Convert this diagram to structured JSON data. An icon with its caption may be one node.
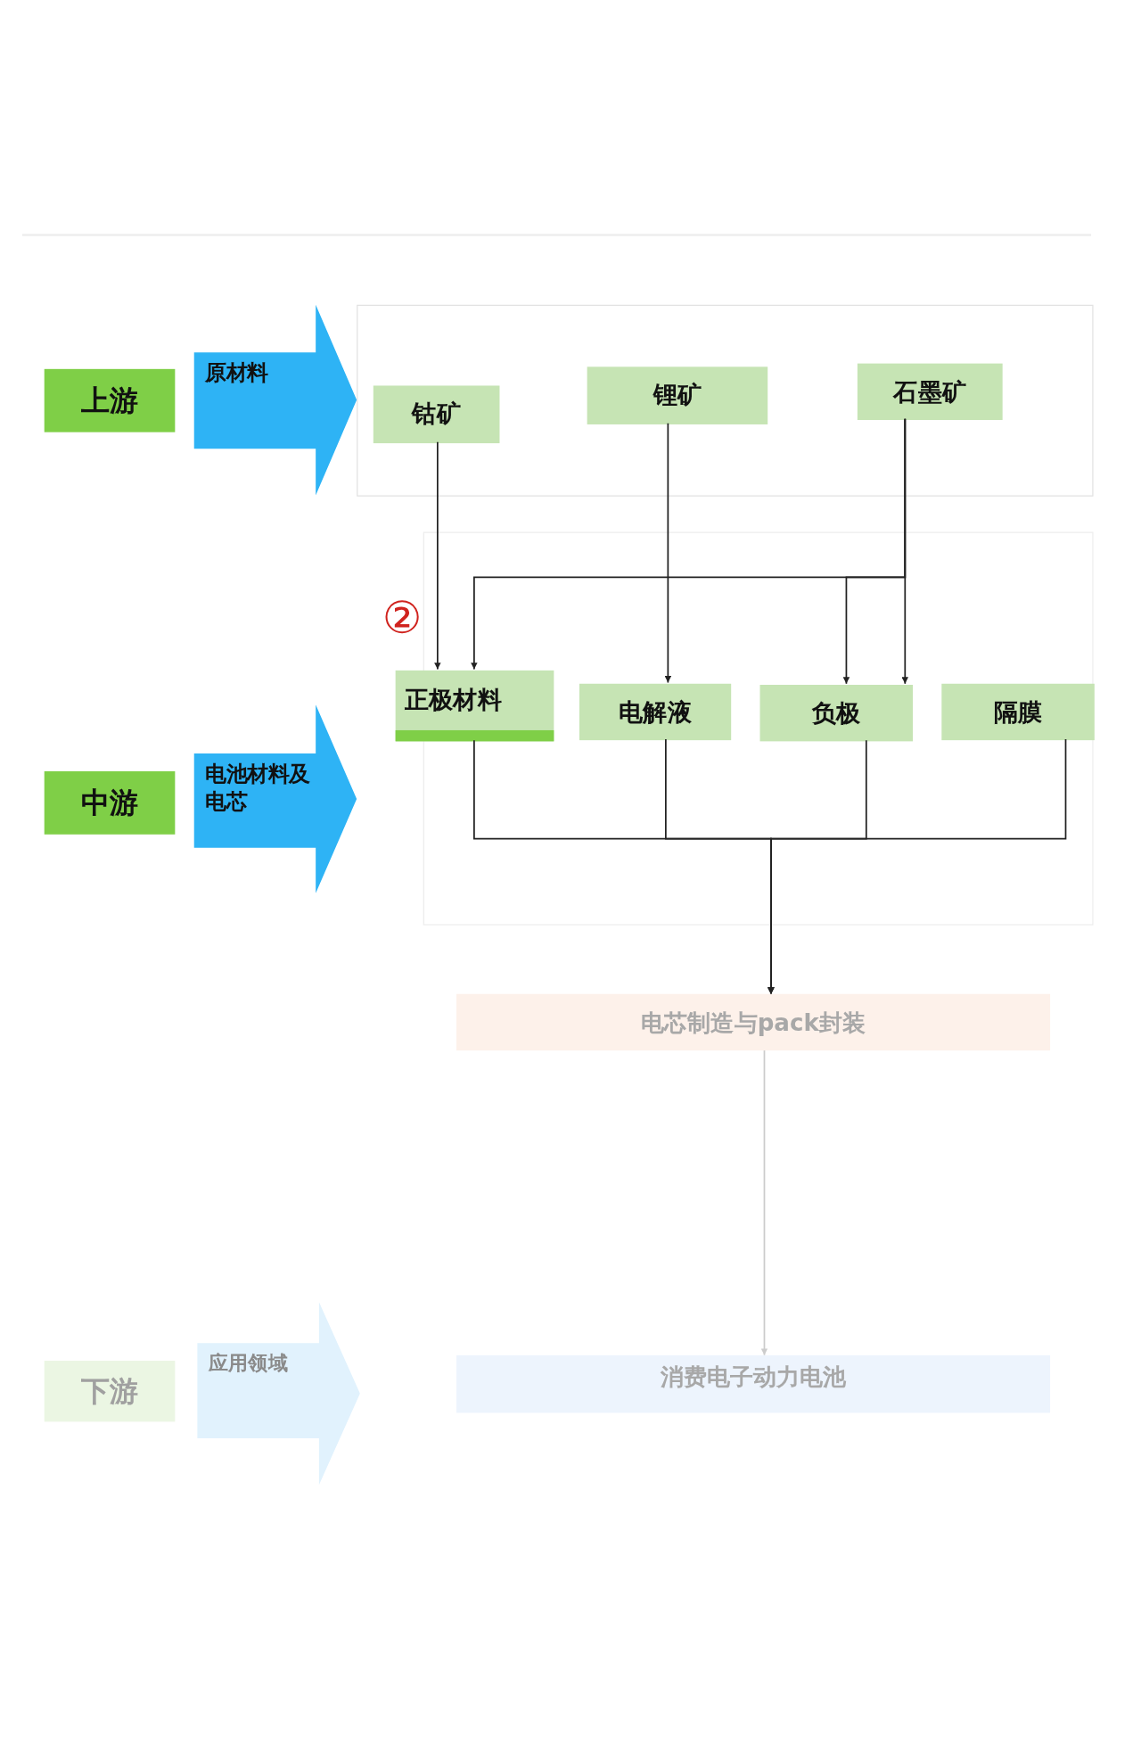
{
  "diagram": {
    "nodes": [
      {
        "text": [
          "上游"
        ]
      },
      {
        "text": [
          "原材料"
        ]
      },
      {
        "text": [],
        "shape": "box"
      },
      {
        "text": [
          "钴矿"
        ],
        "in": 2
      },
      {
        "text": [
          "锂矿"
        ],
        "in": 2
      },
      {
        "text": [
          "石墨矿"
        ],
        "in": 2
      },
      {
        "text": [
          "中游"
        ]
      },
      {
        "text": [
          "电池材料及电芯"
        ]
      },
      {
        "text": [],
        "shape": "box"
      },
      {
        "text": [
          "正极材料"
        ],
        "in": 8
      },
      {
        "text": [
          "电解液"
        ],
        "in": 8
      },
      {
        "text": [
          "负极"
        ],
        "in": 8
      },
      {
        "text": [
          "隔膜"
        ],
        "in": 8
      },
      {
        "text": [
          "电芯制造与pack封装"
        ]
      },
      {
        "text": [
          "下游"
        ]
      },
      {
        "text": [
          "应用领域"
        ]
      },
      {
        "text": [
          "消费电子动力电池"
        ]
      }
    ],
    "edges": [
      {
        "from": 3,
        "to": 9,
        "arrow": "to"
      },
      {
        "from": 4,
        "to": 10,
        "arrow": "to"
      },
      {
        "from": 5,
        "to": 11,
        "arrow": "to"
      },
      {
        "from": 5,
        "to": 9,
        "arrow": "to"
      },
      {
        "from": 5,
        "to": 11,
        "arrow": "to"
      },
      {
        "from": 9,
        "to": 13,
        "arrow": "to"
      },
      {
        "from": 10,
        "to": 13,
        "arrow": "to"
      },
      {
        "from": 11,
        "to": 13,
        "arrow": "to"
      },
      {
        "from": 12,
        "to": 13,
        "arrow": "to"
      },
      {
        "from": 13,
        "to": 16,
        "arrow": "to",
        "color": "#cccccc"
      }
    ],
    "labels": [
      "②"
    ]
  }
}
